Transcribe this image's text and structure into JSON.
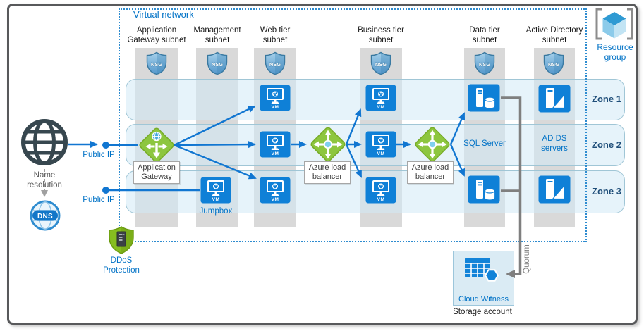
{
  "title": {
    "virtual_network": "Virtual network"
  },
  "resource_group": {
    "line1": "Resource",
    "line2": "group"
  },
  "zones": {
    "z1": "Zone 1",
    "z2": "Zone 2",
    "z3": "Zone 3"
  },
  "subnets": {
    "app_gateway": {
      "line1": "Application",
      "line2": "Gateway subnet"
    },
    "management": {
      "line1": "Management",
      "line2": "subnet"
    },
    "web": {
      "line1": "Web tier",
      "line2": "subnet"
    },
    "business": {
      "line1": "Business tier",
      "line2": "subnet"
    },
    "data": {
      "line1": "Data tier",
      "line2": "subnet"
    },
    "active_directory": {
      "line1": "Active Directory",
      "line2": "subnet"
    }
  },
  "badges": {
    "nsg": "NSG",
    "vm": "VM",
    "dns": "DNS"
  },
  "left_side": {
    "name_resolution_line1": "Name",
    "name_resolution_line2": "resolution",
    "public_ip_top": "Public IP",
    "public_ip_bottom": "Public IP"
  },
  "nodes": {
    "application_gateway": {
      "line1": "Application",
      "line2": "Gateway"
    },
    "load_balancer_web": {
      "line1": "Azure load",
      "line2": "balancer"
    },
    "load_balancer_business": {
      "line1": "Azure load",
      "line2": "balancer"
    },
    "jumpbox": "Jumpbox",
    "sql_server": "SQL Server",
    "ad_ds": {
      "line1": "AD DS",
      "line2": "servers"
    }
  },
  "ddos": {
    "line1": "DDoS",
    "line2": "Protection"
  },
  "storage": {
    "quorum": "Quorum",
    "cloud_witness": "Cloud Witness",
    "storage_account": "Storage account"
  },
  "colors": {
    "accent_blue": "#0072C6",
    "line_blue": "#1176D1",
    "icon_blue": "#0F80D7",
    "diamond_green": "#8DC63F",
    "ddos_green": "#86BD1F",
    "subnet_gray": "#D9D9D9",
    "zone_fill": "#E9F3F9",
    "zone_border": "#A0C6D6",
    "zone_text": "#1F4E79",
    "connector_gray": "#7F7F7F",
    "frame_gray": "#58595B"
  }
}
